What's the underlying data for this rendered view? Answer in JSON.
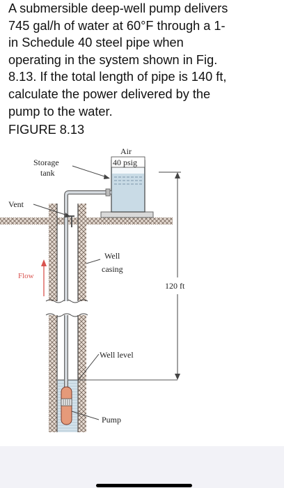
{
  "problem": {
    "lines": [
      "A submersible deep-well pump delivers",
      "745 gal/h of water at 60°F through a 1-",
      "in Schedule 40 steel pipe when",
      "operating in the system shown in Fig.",
      "8.13. If the total length of pipe is 140 ft,",
      "calculate the power delivered by the",
      "pump to the water."
    ],
    "figure_title": "FIGURE 8.13"
  },
  "figure": {
    "storage_label_1": "Storage",
    "storage_label_2": "tank",
    "air_label": "Air",
    "pressure_label": "40 psig",
    "vent_label": "Vent",
    "flow_label": "Flow",
    "well_label_1": "Well",
    "well_label_2": "casing",
    "height_label": "120 ft",
    "well_level_label": "Well level",
    "pump_label": "Pump"
  },
  "colors": {
    "flow_arrow": "#d9534f",
    "tank_fill": "#c9dbe6",
    "pump_fill": "#e59a7a"
  }
}
